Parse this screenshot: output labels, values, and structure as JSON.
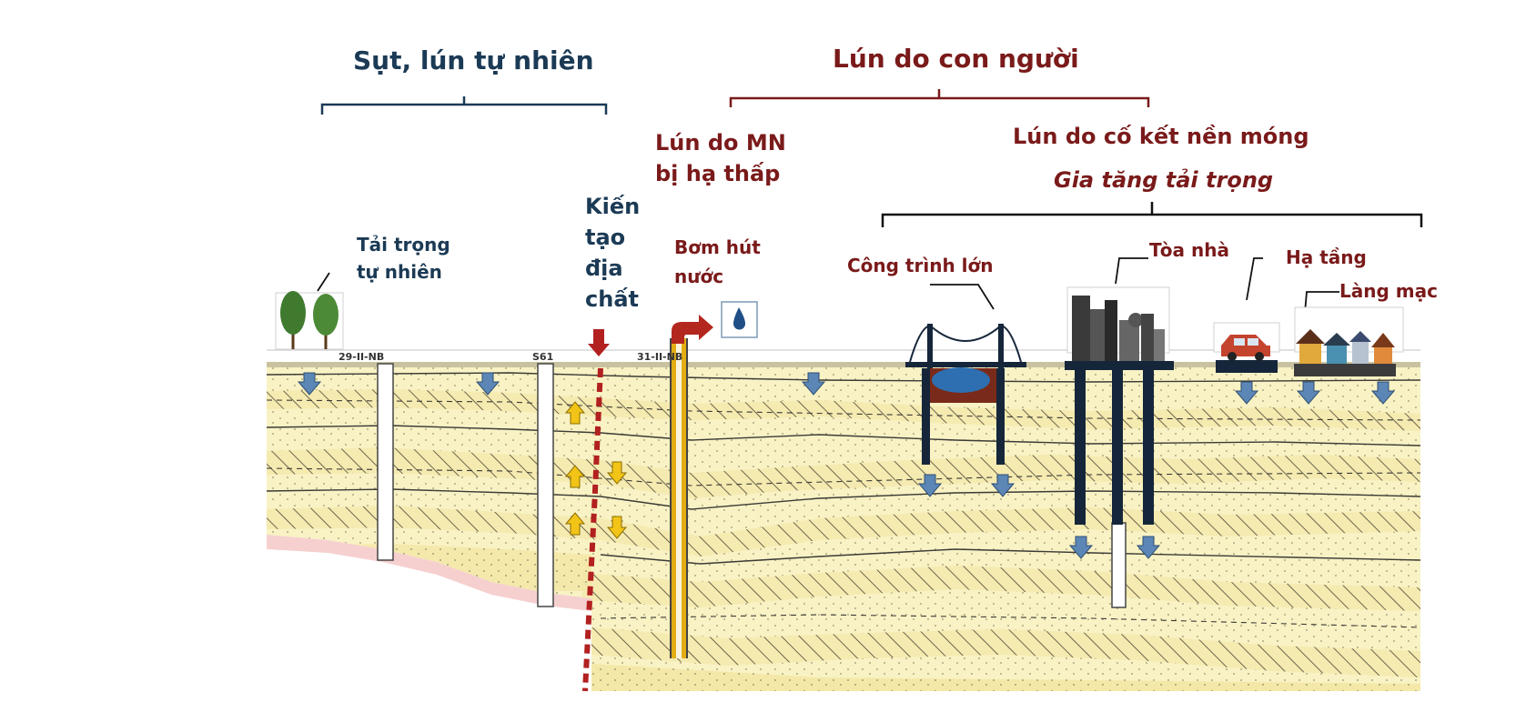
{
  "headers": {
    "natural": "Sụt, lún tự nhiên",
    "human": "Lún do con người"
  },
  "labels": {
    "water_level": [
      "Lún do MN",
      "bị hạ thấp"
    ],
    "consolidation": "Lún do cố kết nền móng",
    "load_increase": "Gia tăng tải trọng",
    "natural_load": [
      "Tải trọng",
      "tự nhiên"
    ],
    "tectonic": [
      "Kiến",
      "tạo",
      "địa",
      "chất"
    ],
    "pumping": [
      "Bơm hút",
      "nước"
    ],
    "large_works": "Công trình lớn",
    "building": "Tòa nhà",
    "infrastructure": "Hạ tầng",
    "village": "Làng mạc"
  },
  "wells": [
    "29-II-NB",
    "S61",
    "31-II-NB"
  ],
  "colors": {
    "navy": "#1b3a55",
    "maroon": "#7a1a1a",
    "ground": "#f8f2c4",
    "ground_dark": "#f1e49a",
    "bedrock": "#f6d0cf",
    "arrow_blue": "#5b86b5",
    "arrow_yellow": "#f2c418",
    "fault": "#b22020",
    "pile": "#16263a"
  },
  "icons": [
    "tree-icon",
    "water-drop-icon",
    "bridge-icon",
    "building-icon",
    "car-icon",
    "house-icon"
  ]
}
